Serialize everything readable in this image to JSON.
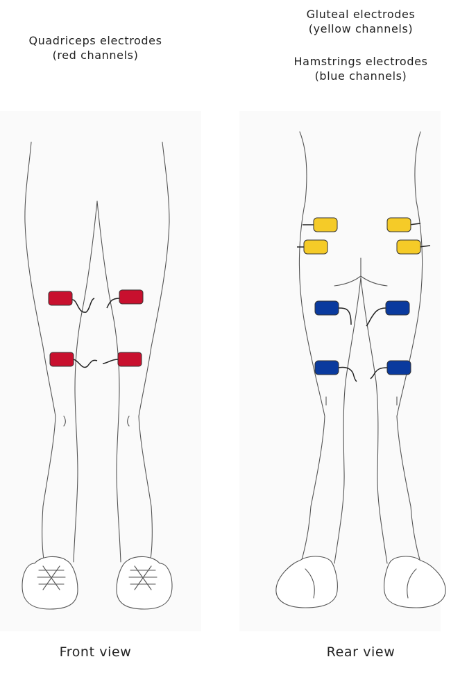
{
  "labels": {
    "quadriceps_title": "Quadriceps electrodes",
    "quadriceps_sub": "(red channels)",
    "gluteal_title": "Gluteal electrodes",
    "gluteal_sub": "(yellow channels)",
    "hamstrings_title": "Hamstrings electrodes",
    "hamstrings_sub": "(blue channels)",
    "front_view": "Front view",
    "rear_view": "Rear view"
  },
  "colors": {
    "quadriceps": "#c8102e",
    "gluteal": "#f5cb28",
    "hamstrings": "#0a3a9e"
  }
}
